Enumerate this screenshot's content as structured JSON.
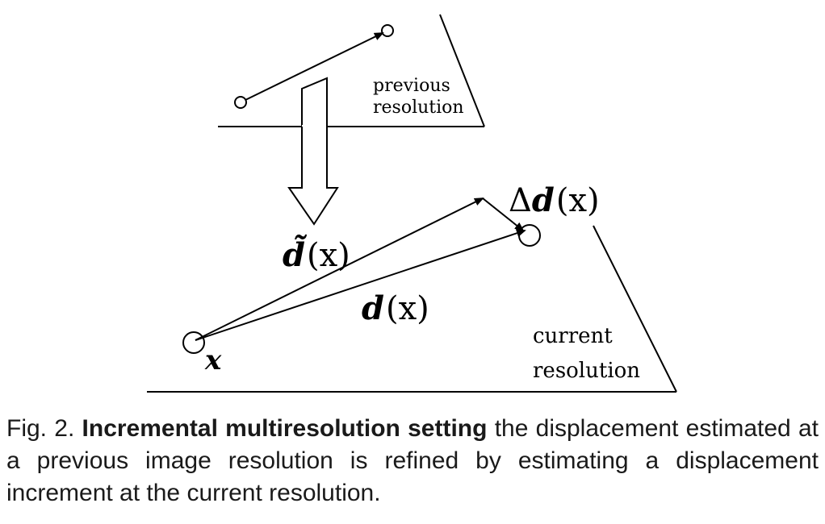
{
  "figure": {
    "previous_label_line1": "previous",
    "previous_label_line2": "resolution",
    "current_label_line1": "current",
    "current_label_line2": "resolution",
    "label_x": "x",
    "label_d_tilde": "d̃",
    "label_d_tilde_arg": "(x)",
    "label_d": "d",
    "label_d_arg": "(x)",
    "label_delta": "Δ",
    "label_delta_d": "d",
    "label_delta_arg": "(x)"
  },
  "caption": {
    "prefix": "Fig. 2.",
    "bold": "Incremental multiresolution setting",
    "text": "the displacement estimated at a previous image resolution is refined by estimating a displacement increment at the current resolution."
  }
}
